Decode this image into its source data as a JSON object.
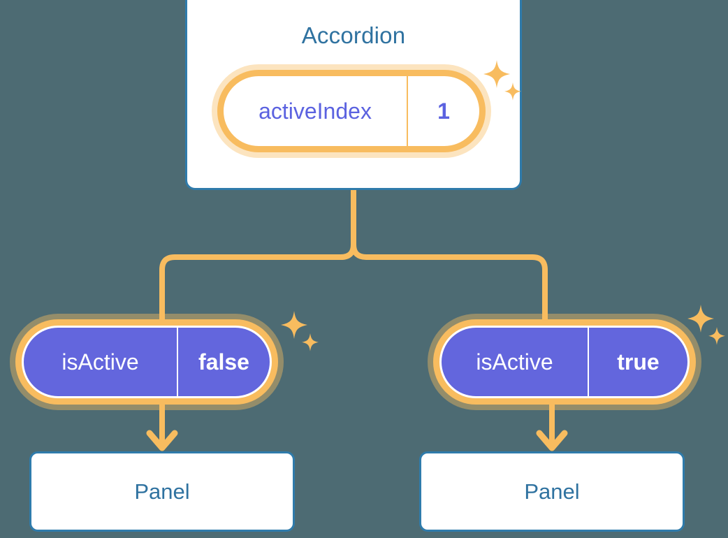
{
  "diagram": {
    "type": "component-state-tree",
    "background_color": "#4d6b73",
    "accent_orange": "#f8bc5f",
    "accent_blue": "#2f7bab",
    "accent_purple": "#6366dd",
    "text_blue": "#2f72a0",
    "text_purple": "#5b62e0"
  },
  "root": {
    "title": "Accordion",
    "state": {
      "key": "activeIndex",
      "value": "1"
    },
    "sparkle_name": "sparkle-icon"
  },
  "children": [
    {
      "state": {
        "key": "isActive",
        "value": "false"
      },
      "panel": {
        "label": "Panel"
      },
      "sparkle_name": "sparkle-icon"
    },
    {
      "state": {
        "key": "isActive",
        "value": "true"
      },
      "panel": {
        "label": "Panel"
      },
      "sparkle_name": "sparkle-icon"
    }
  ]
}
